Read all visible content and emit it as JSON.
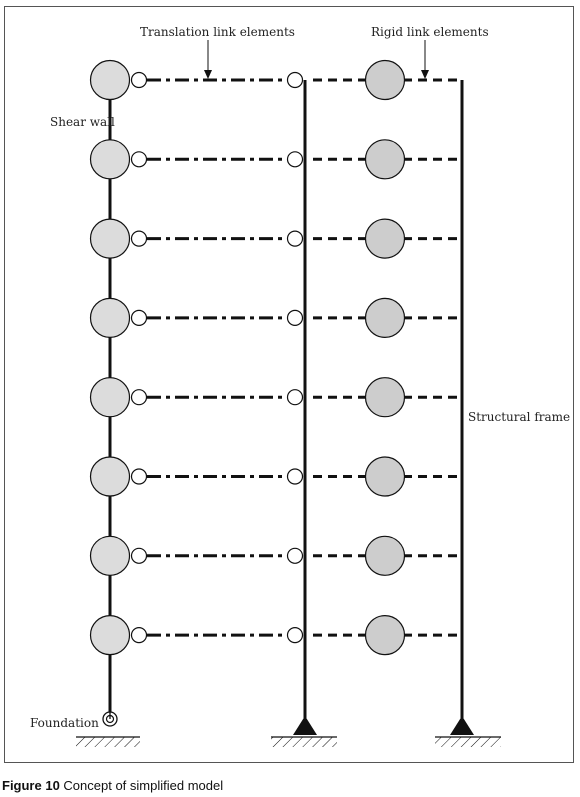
{
  "labels": {
    "translation_link": "Translation link elements",
    "rigid_link": "Rigid link elements",
    "shear_wall": "Shear wall",
    "structural_frame": "Structural frame",
    "foundation": "Foundation"
  },
  "caption": {
    "figure_number": "Figure 10",
    "title": "Concept of simplified model"
  },
  "diagram": {
    "floor_count": 8,
    "colors": {
      "line": "#111111",
      "wall_mass_fill": "#dcdcdc",
      "frame_mass_fill": "#cdcdcd",
      "node_fill": "#ffffff"
    }
  }
}
